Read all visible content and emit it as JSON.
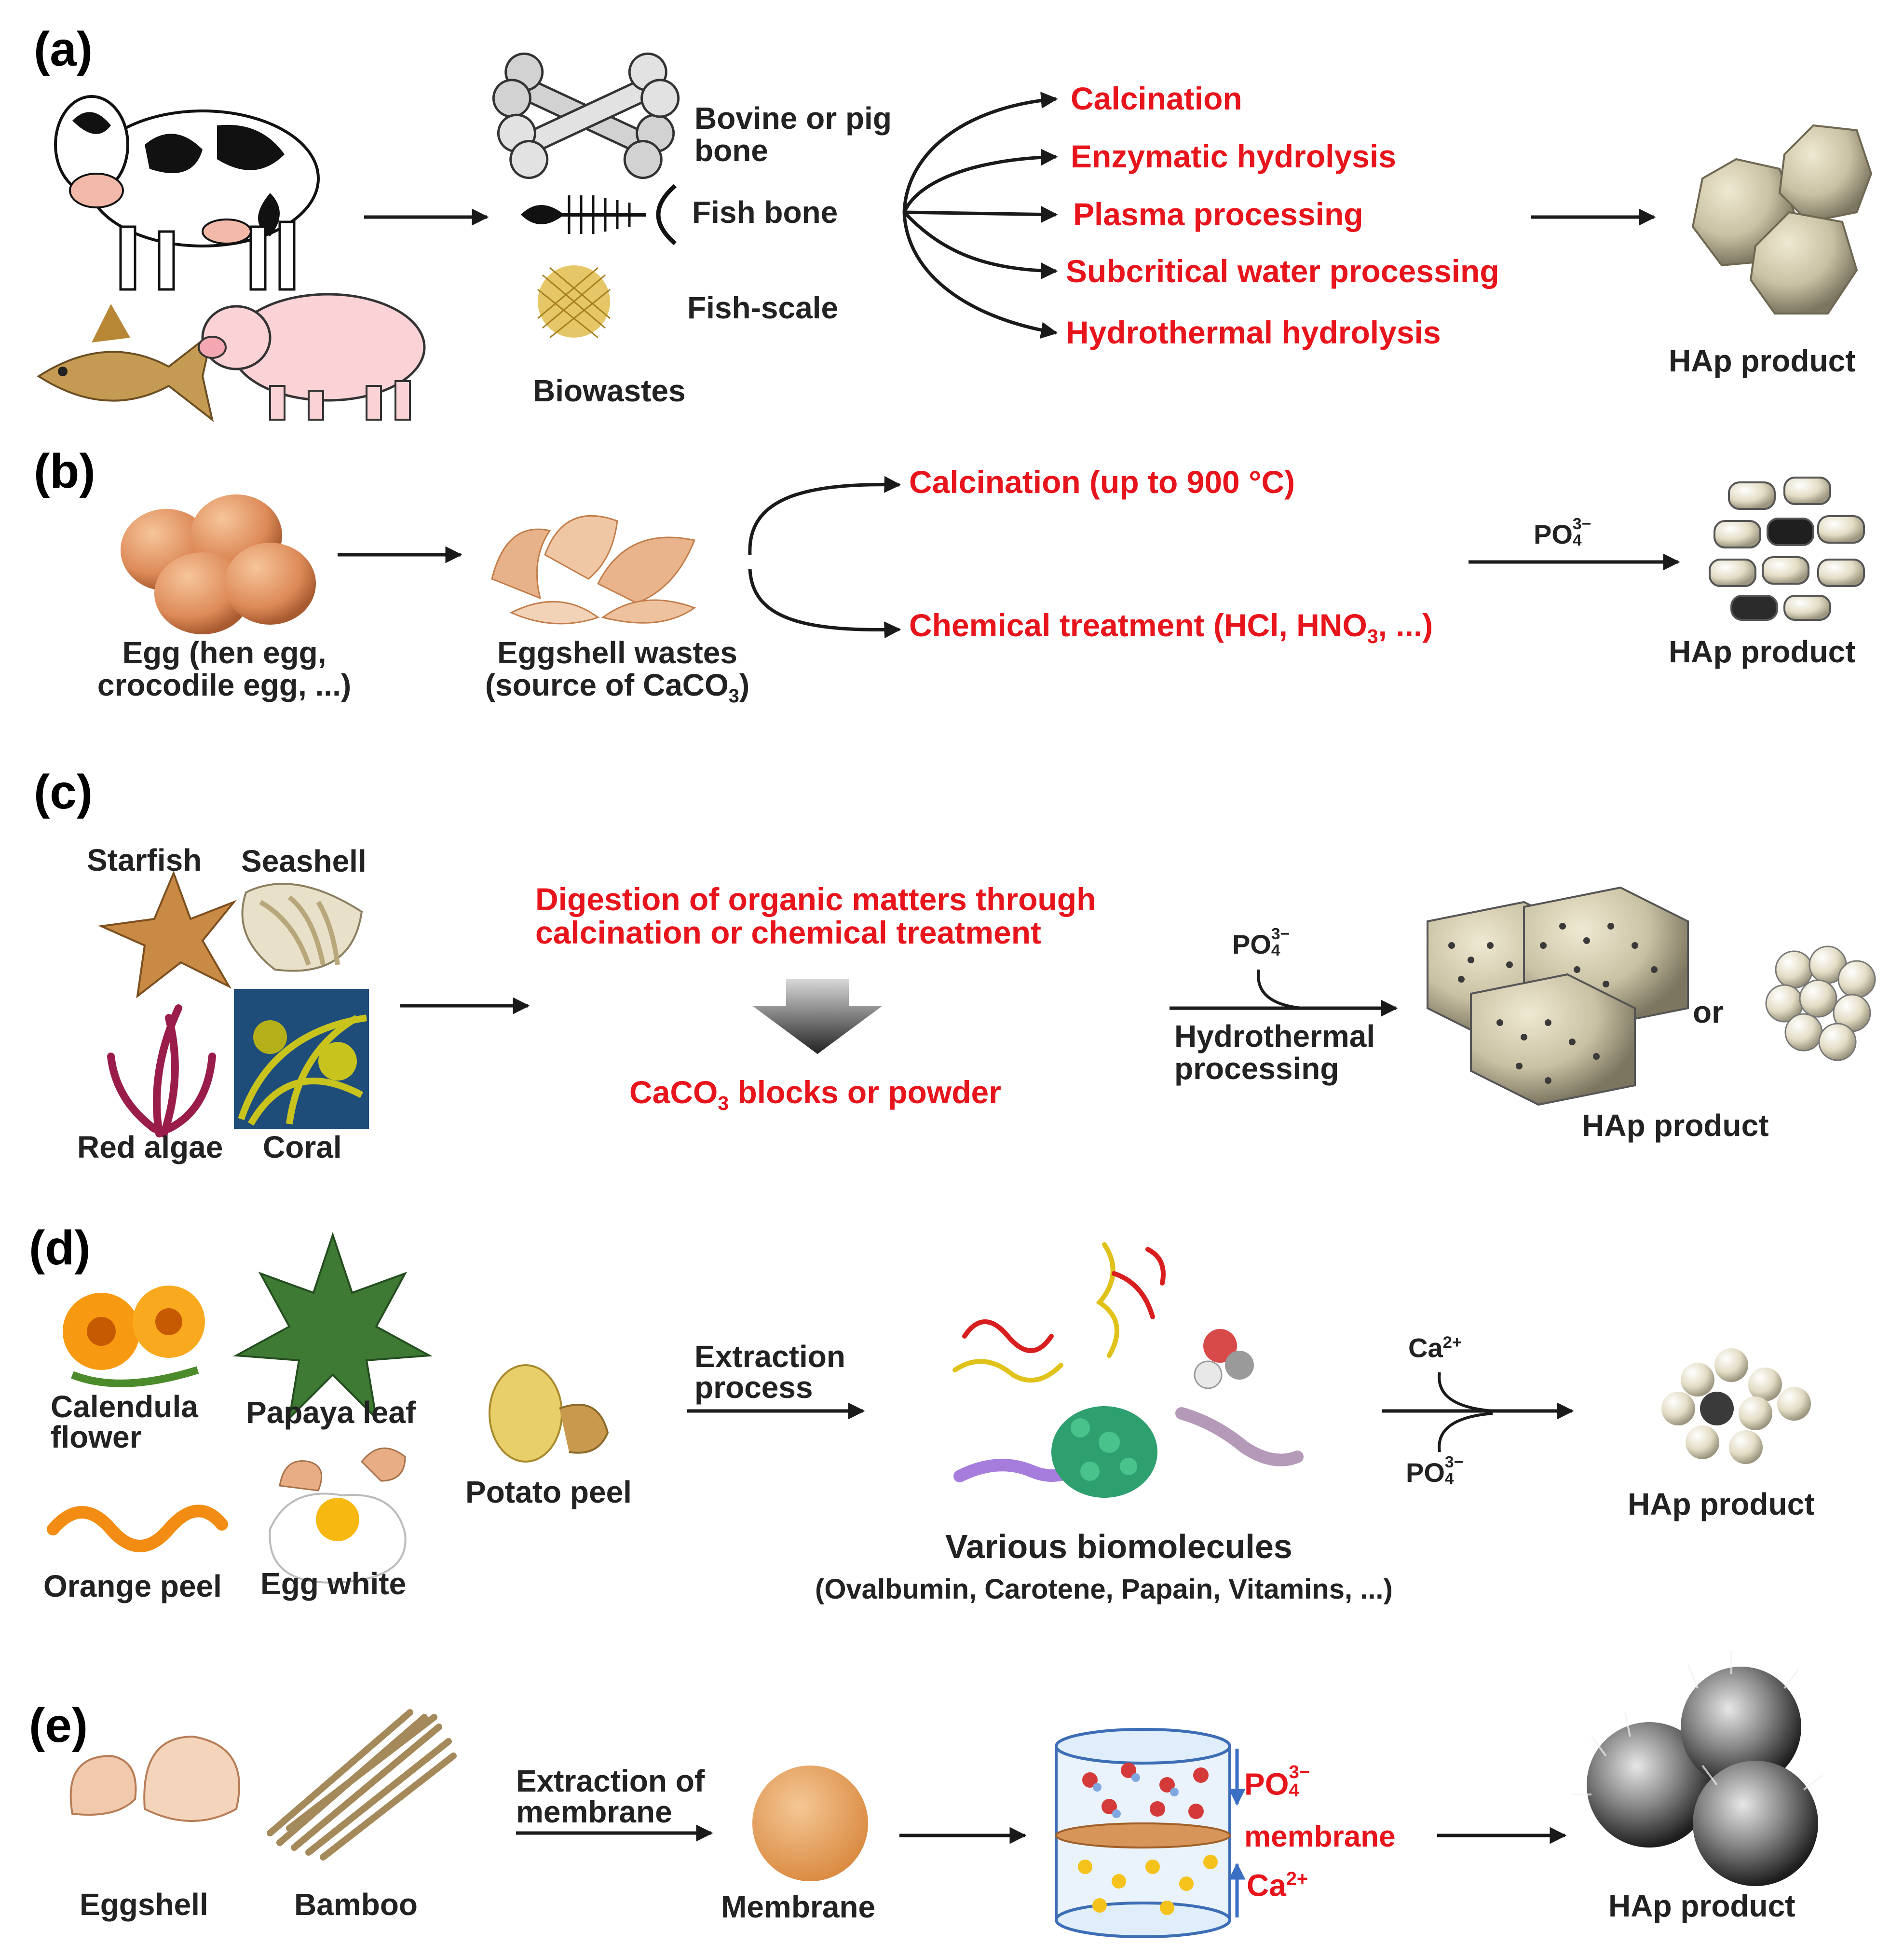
{
  "panels": {
    "a": {
      "tag": "(a)",
      "biowastes": [
        "Bovine or pig\nbone",
        "Fish bone",
        "Fish-scale"
      ],
      "biowastes_title": "Biowastes",
      "processes": [
        "Calcination",
        "Enzymatic hydrolysis",
        "Plasma processing",
        "Subcritical water processing",
        "Hydrothermal hydrolysis"
      ],
      "product": "HAp product"
    },
    "b": {
      "tag": "(b)",
      "source_line1": "Egg (hen egg,",
      "source_line2": "crocodile egg, ...)",
      "waste_line1": "Eggshell wastes",
      "waste_line2_prefix": "(source of CaCO",
      "waste_line2_sub": "3",
      "waste_line2_suffix": ")",
      "process1": "Calcination (up to 900 °C)",
      "process2_prefix": "Chemical treatment (HCl, HNO",
      "process2_sub": "3",
      "process2_suffix": ", ...)",
      "reagent": "PO",
      "product": "HAp product"
    },
    "c": {
      "tag": "(c)",
      "sources": [
        "Starfish",
        "Seashell",
        "Red algae",
        "Coral"
      ],
      "digestion_line1": "Digestion of organic matters through",
      "digestion_line2": "calcination or chemical  treatment",
      "caco3_prefix": "CaCO",
      "caco3_sub": "3",
      "caco3_suffix": " blocks or powder",
      "reagent": "PO",
      "process_line1": "Hydrothermal",
      "process_line2": "processing",
      "or": "or",
      "product": "HAp product"
    },
    "d": {
      "tag": "(d)",
      "sources": [
        "Calendula\nflower",
        "Papaya leaf",
        "Orange peel",
        "Egg white",
        "Potato peel"
      ],
      "extraction_line1": "Extraction",
      "extraction_line2": "process",
      "biomolecules_title": "Various biomolecules",
      "biomolecules_list": "(Ovalbumin, Carotene, Papain, Vitamins, ...)",
      "reagent_ca": "Ca",
      "reagent_po": "PO",
      "product": "HAp product"
    },
    "e": {
      "tag": "(e)",
      "sources": [
        "Eggshell",
        "Bamboo"
      ],
      "extraction_line1": "Extraction of",
      "extraction_line2": "membrane",
      "membrane_label": "Membrane",
      "reactor_po": "PO",
      "reactor_membrane": "membrane",
      "reactor_ca": "Ca",
      "product": "HAp product"
    }
  },
  "colors": {
    "process_red": "#e8141c",
    "label_dark": "#222222",
    "arrow": "#1a1a1a"
  }
}
